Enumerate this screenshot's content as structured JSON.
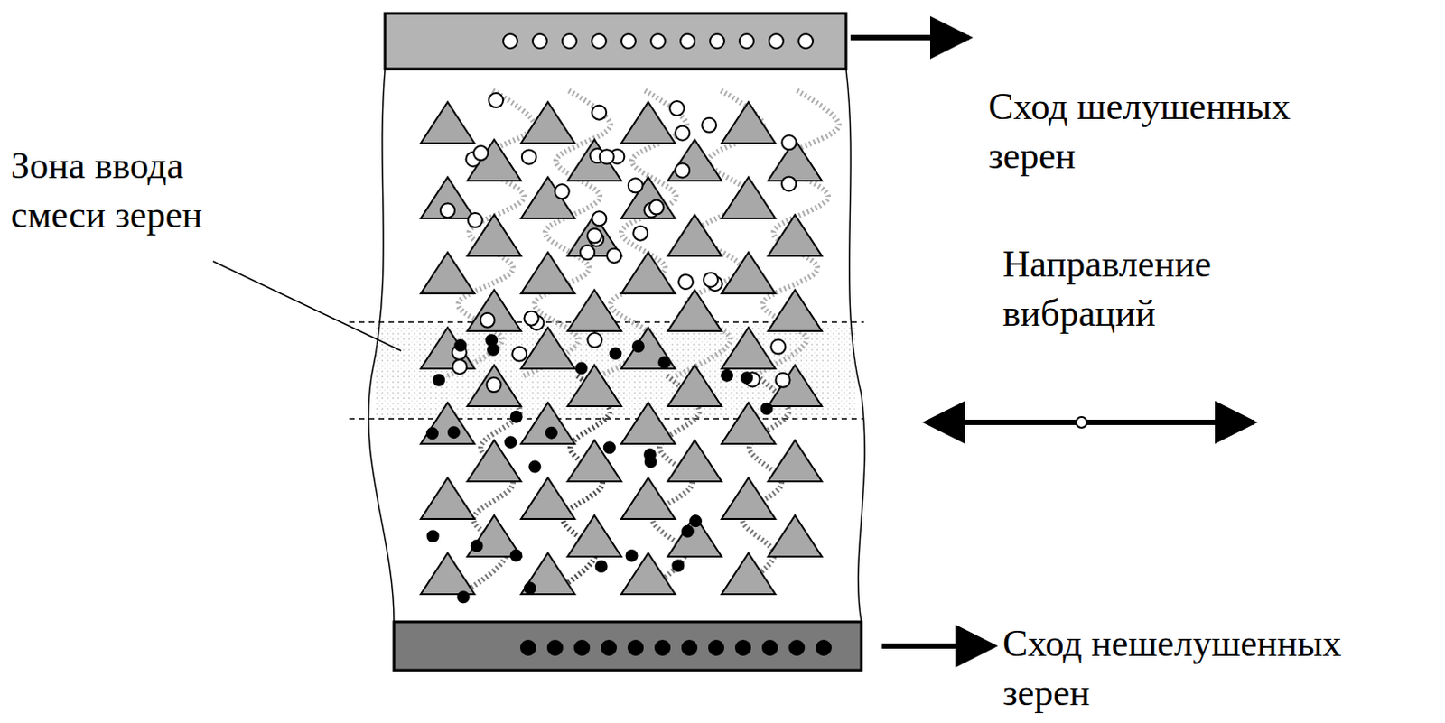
{
  "diagram": {
    "labels": [
      "Зона ввода смеси зерен",
      "Сход шелушенных зерен",
      "Направление вибраций",
      "Сход нешелушенных зерен"
    ]
  }
}
